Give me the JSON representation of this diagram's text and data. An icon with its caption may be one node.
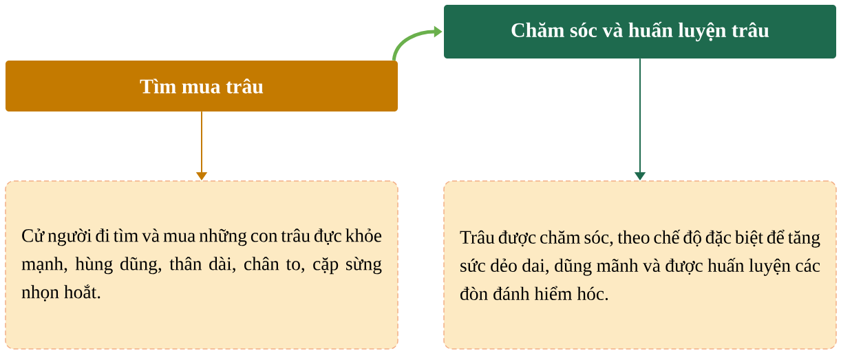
{
  "diagram": {
    "nodes": [
      {
        "text": [
          "Tìm mua trâu"
        ]
      },
      {
        "text": [
          "Chăm sóc và huấn luyện trâu"
        ]
      },
      {
        "text": [
          "Cử người đi tìm và mua những con trâu đực khỏe mạnh, hùng dũng, thân dài, chân to, cặp sừng nhọn hoắt."
        ]
      },
      {
        "text": [
          "Trâu được chăm sóc, theo chế độ đặc biệt để tăng sức dẻo dai, dũng mãnh và được huấn luyện các đòn đánh hiểm hóc."
        ]
      }
    ],
    "edges": [
      {
        "from": 0,
        "to": 1,
        "arrow": "to",
        "style": "thick",
        "color": "#6ab04c"
      },
      {
        "from": 0,
        "to": 2,
        "arrow": "to",
        "color": "#c47a00"
      },
      {
        "from": 1,
        "to": 3,
        "arrow": "to",
        "color": "#1e6a4e"
      }
    ]
  }
}
